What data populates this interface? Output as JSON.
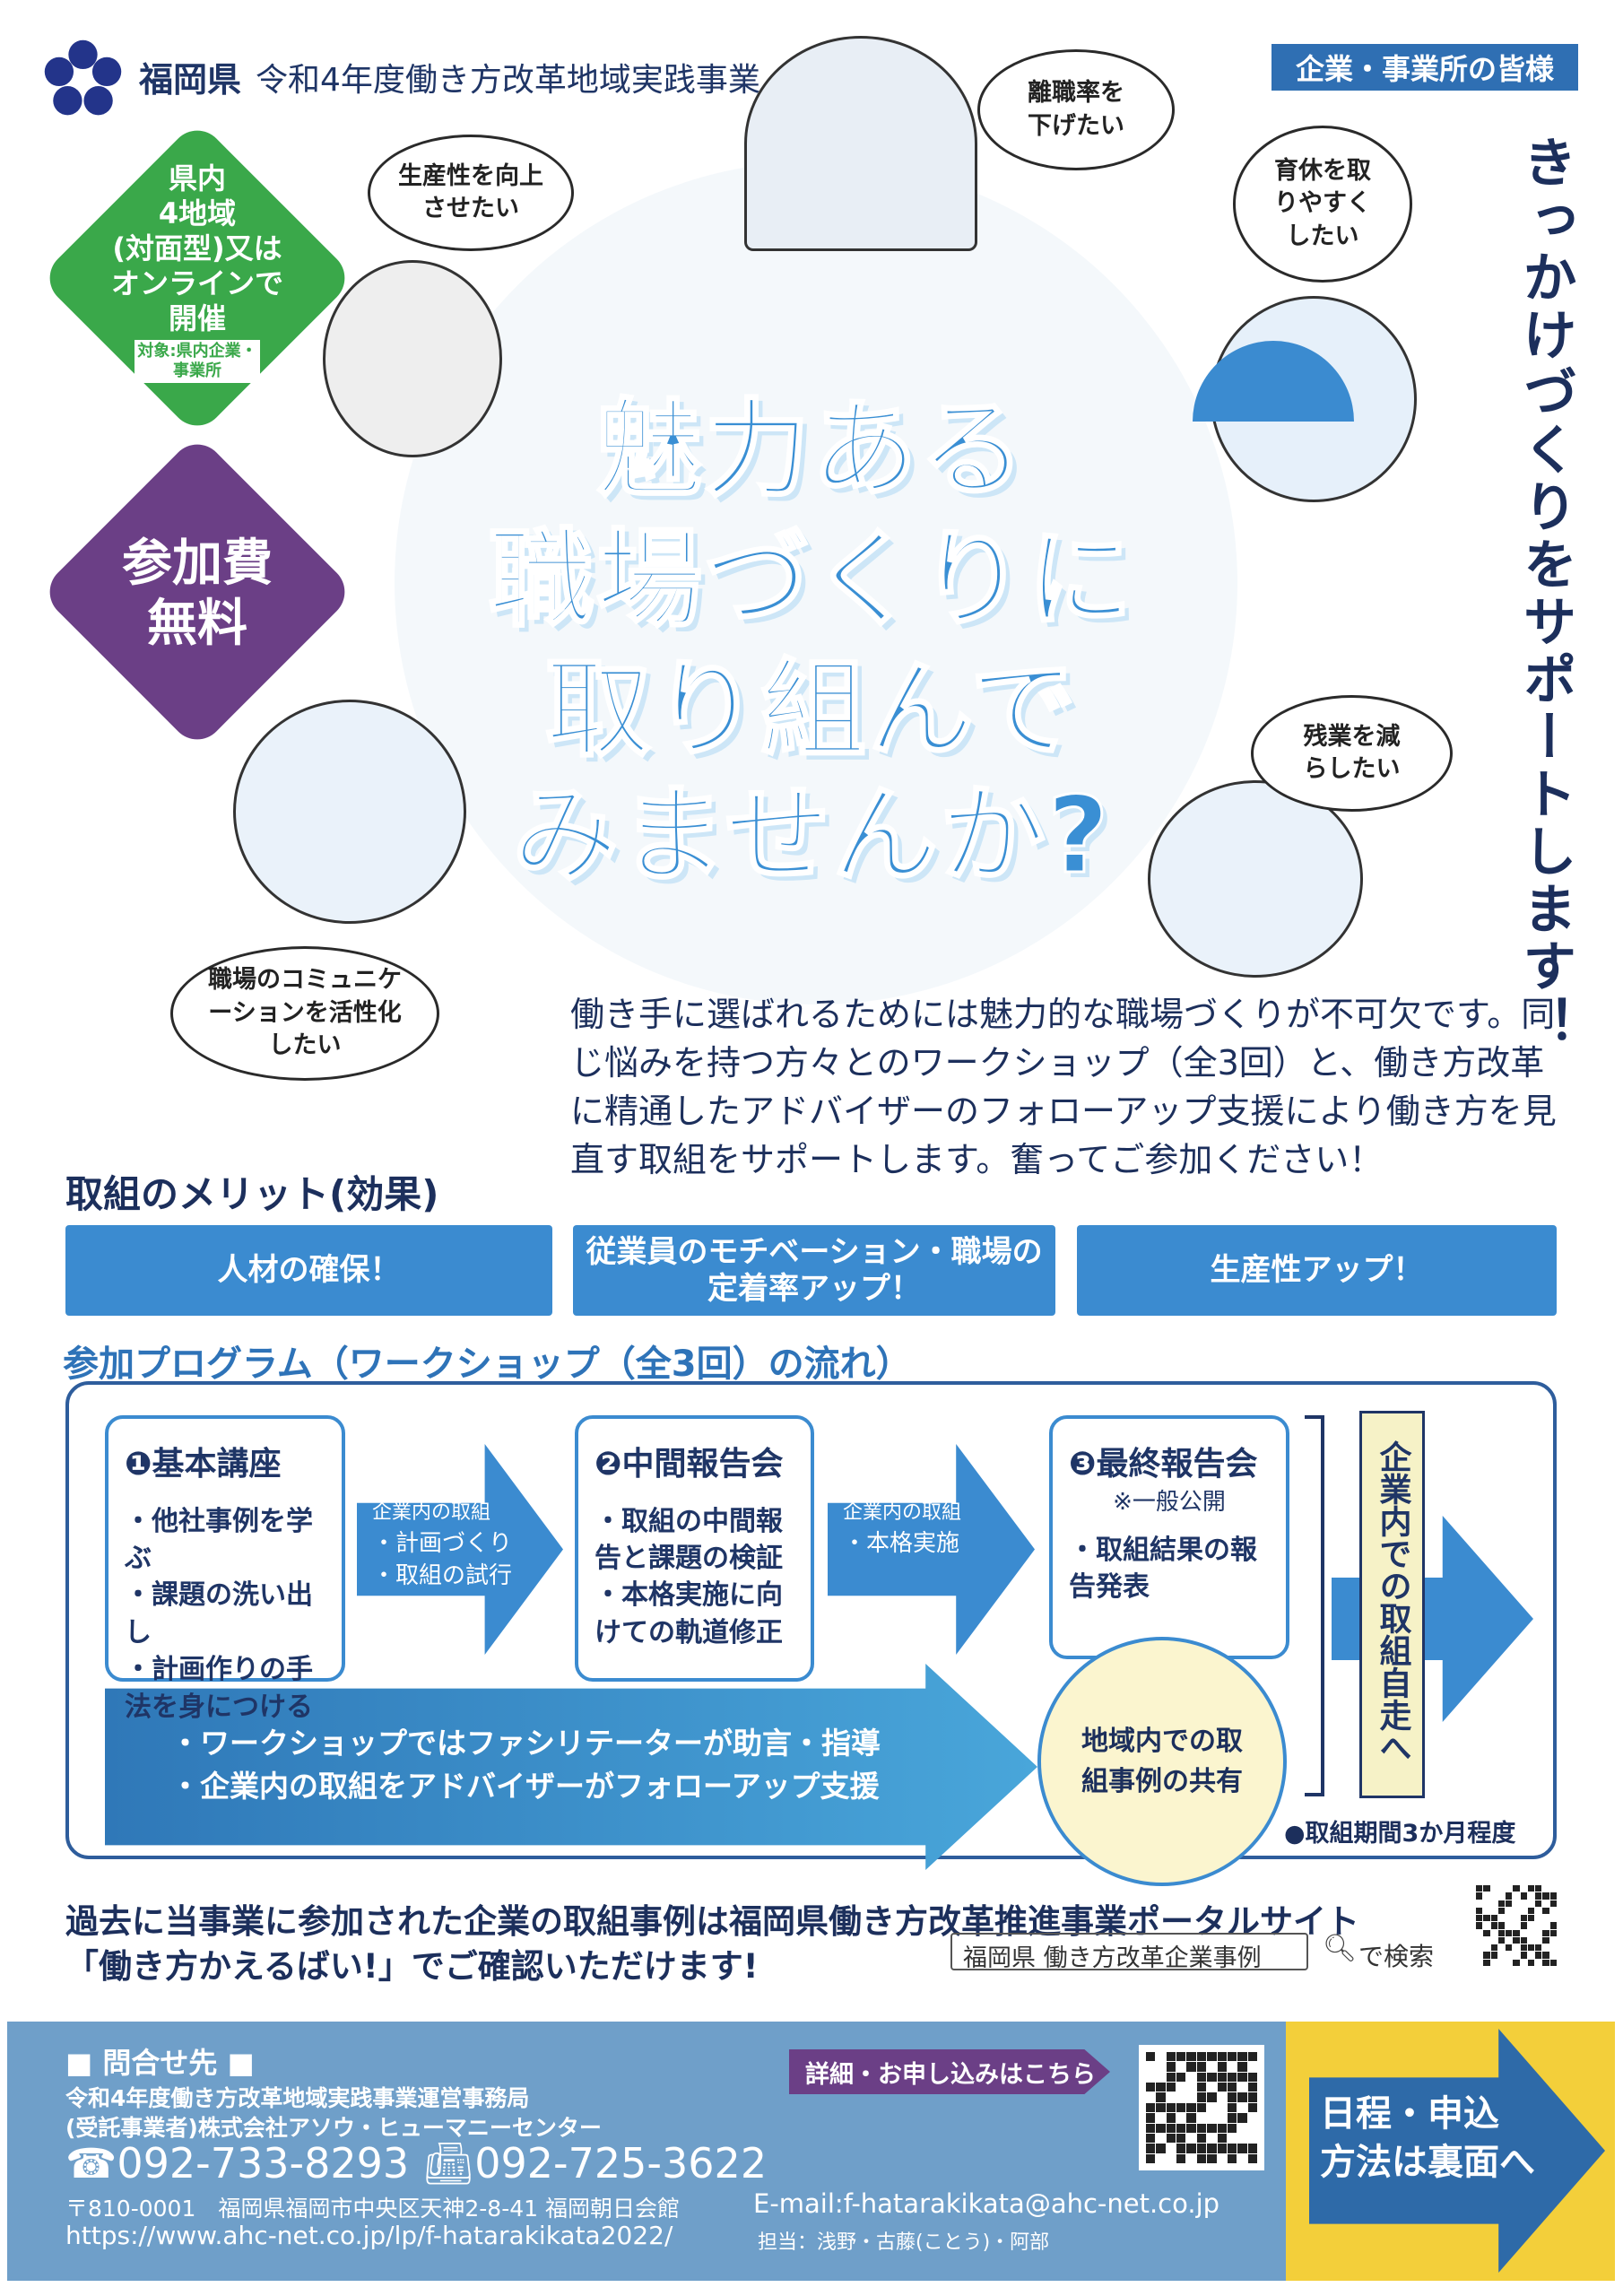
{
  "header": {
    "prefecture": "福岡県",
    "project": "令和4年度働き方改革地域実践事業",
    "audience_badge": "企業・事業所の皆様"
  },
  "green_badge": {
    "lines": [
      "県内",
      "4地域",
      "(対面型)又は",
      "オンラインで",
      "開催"
    ],
    "target": "対象:県内企業・事業所"
  },
  "purple_badge": {
    "lines": [
      "参加費",
      "無料"
    ]
  },
  "vertical_slogan": "きっかけづくりをサポートします！",
  "bubbles": {
    "productivity": "生産性を向上させたい",
    "turnover": "離職率を下げたい",
    "childcare": "育休を取りやすくしたい",
    "overtime": "残業を減らしたい",
    "communication": "職場のコミュニケーションを活性化したい"
  },
  "title": [
    "魅力ある",
    "職場づくりに",
    "取り組んで",
    "みませんか?"
  ],
  "intro": "働き手に選ばれるためには魅力的な職場づくりが不可欠です。同じ悩みを持つ方々とのワークショップ（全3回）と、働き方改革に精通したアドバイザーのフォローアップ支援により働き方を見直す取組をサポートします。奮ってご参加ください！",
  "merits": {
    "heading": "取組のメリット(効果)",
    "items": [
      "人材の確保！",
      "従業員のモチベーション・職場の定着率アップ！",
      "生産性アップ！"
    ]
  },
  "program": {
    "heading": "参加プログラム（ワークショップ（全3回）の流れ）",
    "steps": [
      {
        "title": "❶基本講座",
        "items": [
          "・他社事例を学ぶ",
          "・課題の洗い出し",
          "・計画作りの手法を身につける"
        ]
      },
      {
        "title": "❷中間報告会",
        "items": [
          "・取組の中間報告と課題の検証",
          "・本格実施に向けての軌道修正"
        ]
      },
      {
        "title": "❸最終報告会",
        "note": "※一般公開",
        "items": [
          "・取組結果の報告発表"
        ]
      }
    ],
    "between": [
      {
        "label": "企業内の取組",
        "items": [
          "・計画づくり",
          "・取組の試行"
        ]
      },
      {
        "label": "企業内の取組",
        "items": [
          "・本格実施"
        ]
      }
    ],
    "support": [
      "・ワークショップではファシリテーターが助言・指導",
      "・企業内の取組をアドバイザーがフォローアップ支援"
    ],
    "sharing": "地域内での取組事例の共有",
    "self_run": "企業内での取組自走へ",
    "period": "●取組期間3か月程度"
  },
  "portal": {
    "line1": "過去に当事業に参加された企業の取組事例は福岡県働き方改革推進事業ポータルサイト",
    "line2": "「働き方かえるばい!」でご確認いただけます!",
    "search_query": "福岡県 働き方改革企業事例",
    "search_suffix": "で検索"
  },
  "contact": {
    "heading": "■ 問合せ先 ■",
    "office": "令和4年度働き方改革地域実践事業運営事務局",
    "company": "(受託事業者)株式会社アソウ・ヒューマニーセンター",
    "tel": "092-733-8293",
    "fax": "092-725-3622",
    "address": "〒810-0001　福岡県福岡市中央区天神2-8-41 福岡朝日会館",
    "email": "E-mail:f-hatarakikata@ahc-net.co.jp",
    "url": "https://www.ahc-net.co.jp/lp/f-hatarakikata2022/",
    "staff": "担当：浅野・古藤(ことう)・阿部",
    "apply_label": "詳細・お申し込みはこちら",
    "back_page": [
      "日程・申込",
      "方法は裏面へ"
    ]
  },
  "colors": {
    "blue": "#3b8bd0",
    "navy": "#1f3566",
    "green": "#3aa84a",
    "purple": "#6b3f86",
    "yellow": "#f3cf3a",
    "footer": "#6f9fc9"
  }
}
